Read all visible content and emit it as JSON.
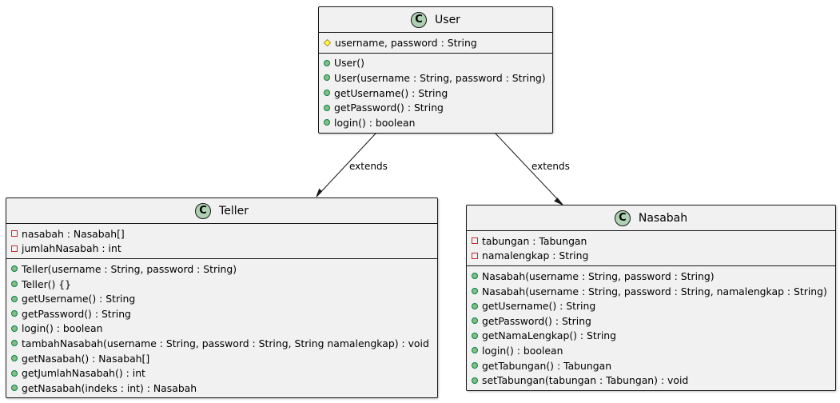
{
  "diagram": {
    "type": "uml-class-diagram",
    "colors": {
      "box_fill": "#f1f1f1",
      "border": "#181818",
      "class_icon": "#add1b2",
      "public_fill": "#84be84",
      "public_stroke": "#038048",
      "private_stroke": "#c82930",
      "protected_stroke": "#b38d22",
      "protected_fill": "#ffff44"
    },
    "classes": [
      {
        "id": "user",
        "stereotype_icon": "C",
        "name": "User",
        "attributes": [
          {
            "visibility": "protected",
            "text": "username, password : String"
          }
        ],
        "methods": [
          {
            "visibility": "public",
            "text": "User()"
          },
          {
            "visibility": "public",
            "text": "User(username : String, password : String)"
          },
          {
            "visibility": "public",
            "text": "getUsername() : String"
          },
          {
            "visibility": "public",
            "text": "getPassword() : String"
          },
          {
            "visibility": "public",
            "text": "login() : boolean"
          }
        ]
      },
      {
        "id": "teller",
        "stereotype_icon": "C",
        "name": "Teller",
        "attributes": [
          {
            "visibility": "private",
            "text": "nasabah : Nasabah[]"
          },
          {
            "visibility": "private",
            "text": "jumlahNasabah : int"
          }
        ],
        "methods": [
          {
            "visibility": "public",
            "text": "Teller(username : String, password : String)"
          },
          {
            "visibility": "public",
            "text": "Teller() {}"
          },
          {
            "visibility": "public",
            "text": "getUsername() : String"
          },
          {
            "visibility": "public",
            "text": "getPassword() : String"
          },
          {
            "visibility": "public",
            "text": "login() : boolean"
          },
          {
            "visibility": "public",
            "text": "tambahNasabah(username : String, password : String, String namalengkap) : void"
          },
          {
            "visibility": "public",
            "text": "getNasabah() : Nasabah[]"
          },
          {
            "visibility": "public",
            "text": "getJumlahNasabah() : int"
          },
          {
            "visibility": "public",
            "text": "getNasabah(indeks : int) : Nasabah"
          }
        ]
      },
      {
        "id": "nasabah",
        "stereotype_icon": "C",
        "name": "Nasabah",
        "attributes": [
          {
            "visibility": "private",
            "text": "tabungan : Tabungan"
          },
          {
            "visibility": "private",
            "text": "namalengkap : String"
          }
        ],
        "methods": [
          {
            "visibility": "public",
            "text": "Nasabah(username : String, password : String)"
          },
          {
            "visibility": "public",
            "text": "Nasabah(username : String, password : String, namalengkap : String)"
          },
          {
            "visibility": "public",
            "text": "getUsername() : String"
          },
          {
            "visibility": "public",
            "text": "getPassword() : String"
          },
          {
            "visibility": "public",
            "text": "getNamaLengkap() : String"
          },
          {
            "visibility": "public",
            "text": "login() : boolean"
          },
          {
            "visibility": "public",
            "text": "getTabungan() : Tabungan"
          },
          {
            "visibility": "public",
            "text": "setTabungan(tabungan : Tabungan) : void"
          }
        ]
      }
    ],
    "relations": [
      {
        "from": "user",
        "to": "teller",
        "label": "extends"
      },
      {
        "from": "user",
        "to": "nasabah",
        "label": "extends"
      }
    ]
  }
}
